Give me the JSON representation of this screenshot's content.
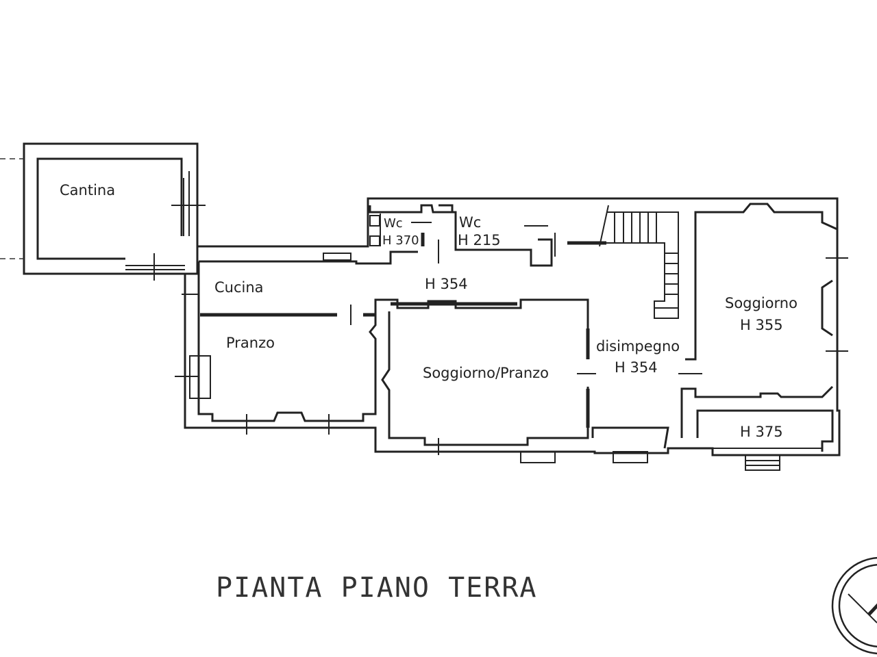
{
  "title": "PIANTA PIANO TERRA",
  "rooms": {
    "cantina": "Cantina",
    "wc1_name": "Wc",
    "wc1_height": "H 370",
    "wc2_name": "Wc",
    "wc2_height": "H 215",
    "corridor_height": "H 354",
    "cucina": "Cucina",
    "pranzo": "Pranzo",
    "soggiorno_pranzo": "Soggiorno/Pranzo",
    "disimpegno": "disimpegno",
    "disimpegno_height": "H 354",
    "soggiorno": "Soggiorno",
    "soggiorno_height": "H 355",
    "small_room_height": "H 375"
  },
  "colors": {
    "ink": "#222222",
    "paper": "#ffffff"
  }
}
